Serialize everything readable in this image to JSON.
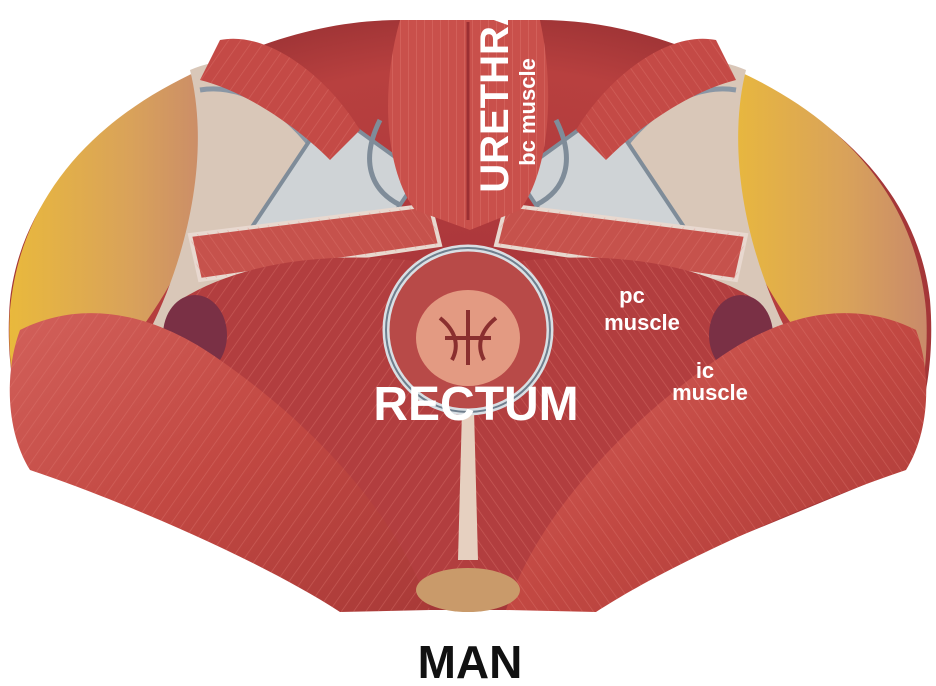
{
  "labels": {
    "urethra": "URETHRA",
    "bc_muscle": "bc muscle",
    "pc_line1": "pc",
    "pc_line2": "muscle",
    "ic_line1": "ic",
    "ic_line2": "muscle",
    "rectum": "RECTUM"
  },
  "caption": "MAN",
  "colors": {
    "muscle": "#c84a48",
    "muscle_dark": "#9a2f33",
    "fat": "#e6b840",
    "fascia": "#d8d4d0",
    "background": "#ffffff"
  }
}
